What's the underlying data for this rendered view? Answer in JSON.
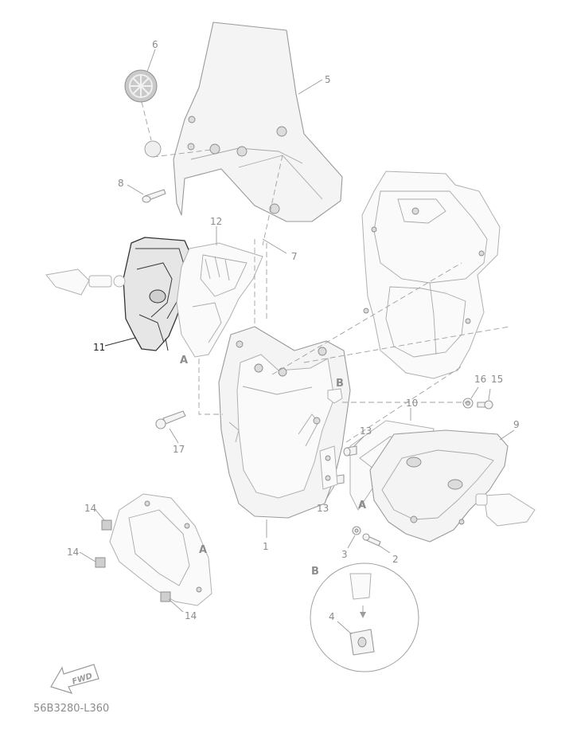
{
  "callouts": {
    "c1": "1",
    "c2": "2",
    "c3": "3",
    "c4": "4",
    "c5": "5",
    "c6": "6",
    "c7": "7",
    "c8": "8",
    "c9": "9",
    "c10": "10",
    "c11": "11",
    "c12": "12",
    "c13a": "13",
    "c13b": "13",
    "c14a": "14",
    "c14b": "14",
    "c14c": "14",
    "c15": "15",
    "c16": "16",
    "c17": "17"
  },
  "views": {
    "a1": "A",
    "a2": "A",
    "a3": "A",
    "b1": "B",
    "b2": "B"
  },
  "fwd_label": "FWD",
  "diagram_code": "56B3280-L360",
  "colors": {
    "line": "#9a9a9a",
    "highlight": "#333333",
    "fill": "#f4f4f4"
  }
}
